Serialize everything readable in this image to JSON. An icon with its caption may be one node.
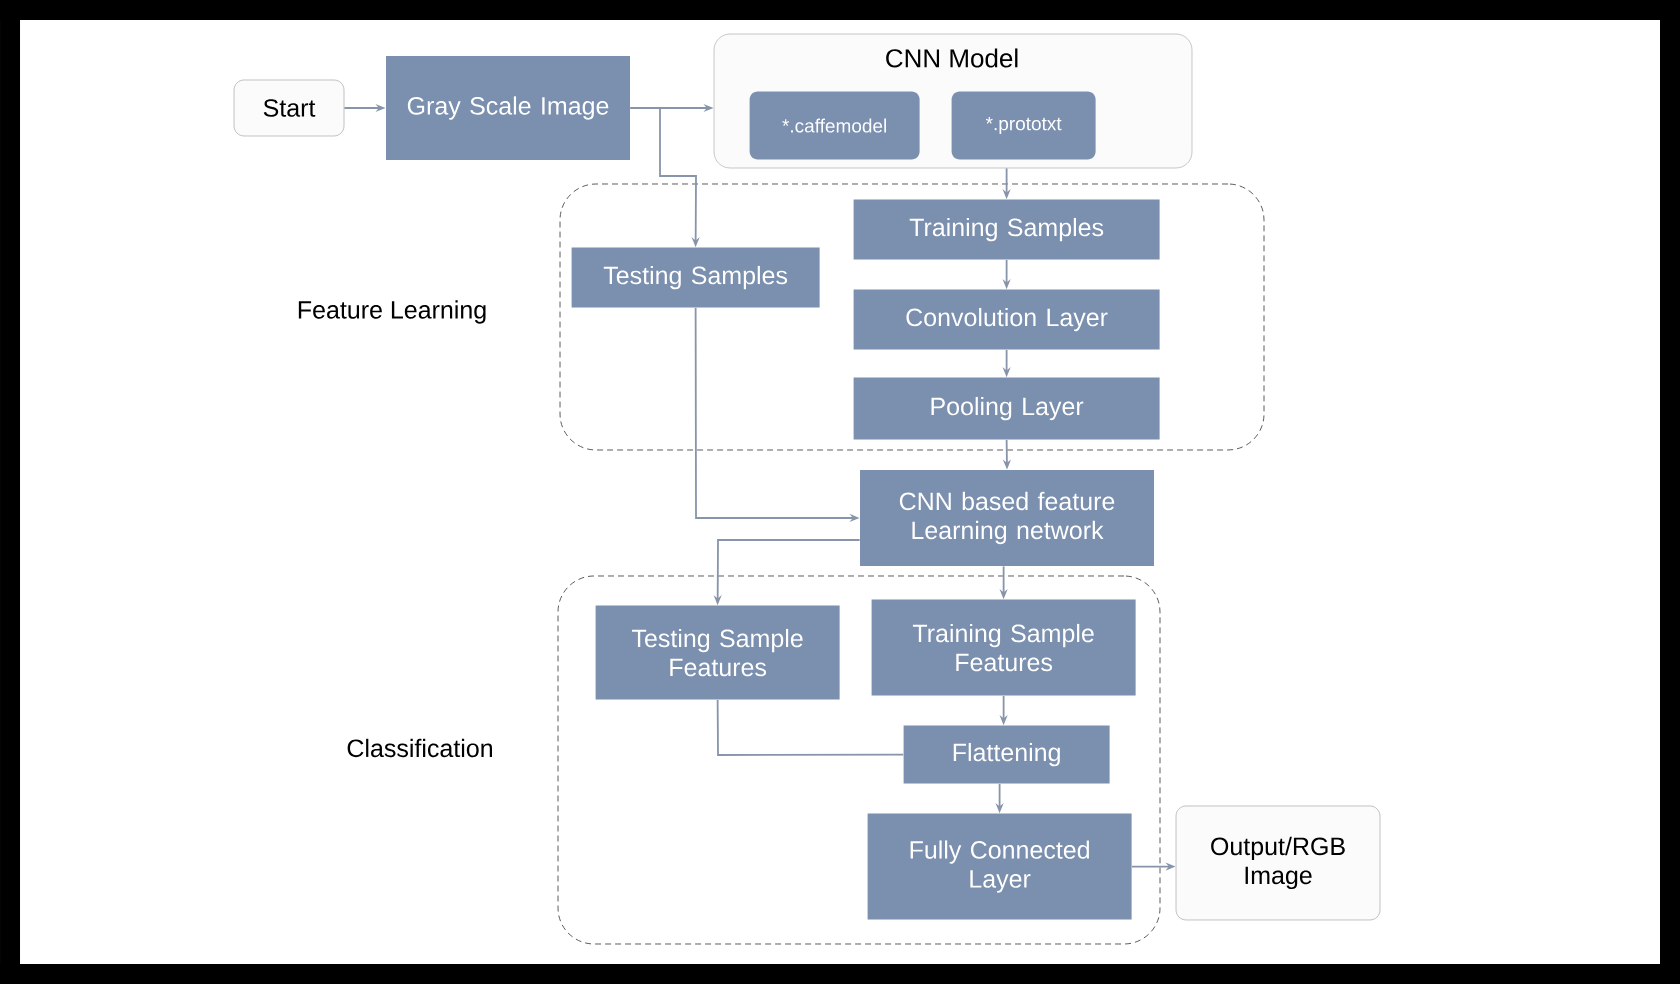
{
  "diagram": {
    "nodes": [
      {
        "text": [
          "Start"
        ]
      },
      {
        "text": [
          "Gray Scale Image"
        ]
      },
      {
        "text": [
          "CNN Model"
        ]
      },
      {
        "text": [
          "*.caffemodel"
        ],
        "in": 2
      },
      {
        "text": [
          "*.prototxt"
        ],
        "in": 2
      },
      {
        "text": [
          "Feature Learning"
        ]
      },
      {
        "text": [
          "Testing Samples"
        ],
        "in": 5
      },
      {
        "text": [
          "Training Samples"
        ],
        "in": 5
      },
      {
        "text": [
          "Convolution Layer"
        ],
        "in": 5
      },
      {
        "text": [
          "Pooling Layer"
        ],
        "in": 5
      },
      {
        "text": [
          "CNN based feature Learning network"
        ]
      },
      {
        "text": [
          "Classification"
        ]
      },
      {
        "text": [
          "Testing Sample Features"
        ],
        "in": 11
      },
      {
        "text": [
          "Training Sample Features"
        ],
        "in": 11
      },
      {
        "text": [
          "Flattening"
        ],
        "in": 11
      },
      {
        "text": [
          "Fully Connected Layer"
        ],
        "in": 11
      },
      {
        "text": [
          "Output/RGB Image"
        ]
      }
    ],
    "edges": [
      {
        "from": 0,
        "to": 1,
        "arrow": "to"
      },
      {
        "from": 1,
        "to": 2,
        "arrow": "to"
      },
      {
        "from": 1,
        "to": 6,
        "arrow": "to"
      },
      {
        "from": 2,
        "to": 7,
        "arrow": "to"
      },
      {
        "from": 7,
        "to": 8,
        "arrow": "to"
      },
      {
        "from": 8,
        "to": 9,
        "arrow": "to"
      },
      {
        "from": 9,
        "to": 10,
        "arrow": "to"
      },
      {
        "from": 6,
        "to": 10,
        "arrow": "to"
      },
      {
        "from": 10,
        "to": 12,
        "arrow": "to"
      },
      {
        "from": 10,
        "to": 13,
        "arrow": "to"
      },
      {
        "from": 13,
        "to": 14,
        "arrow": "to"
      },
      {
        "from": 12,
        "to": 14,
        "arrow": "none"
      },
      {
        "from": 14,
        "to": 15,
        "arrow": "to"
      },
      {
        "from": 15,
        "to": 16,
        "arrow": "to"
      }
    ]
  }
}
